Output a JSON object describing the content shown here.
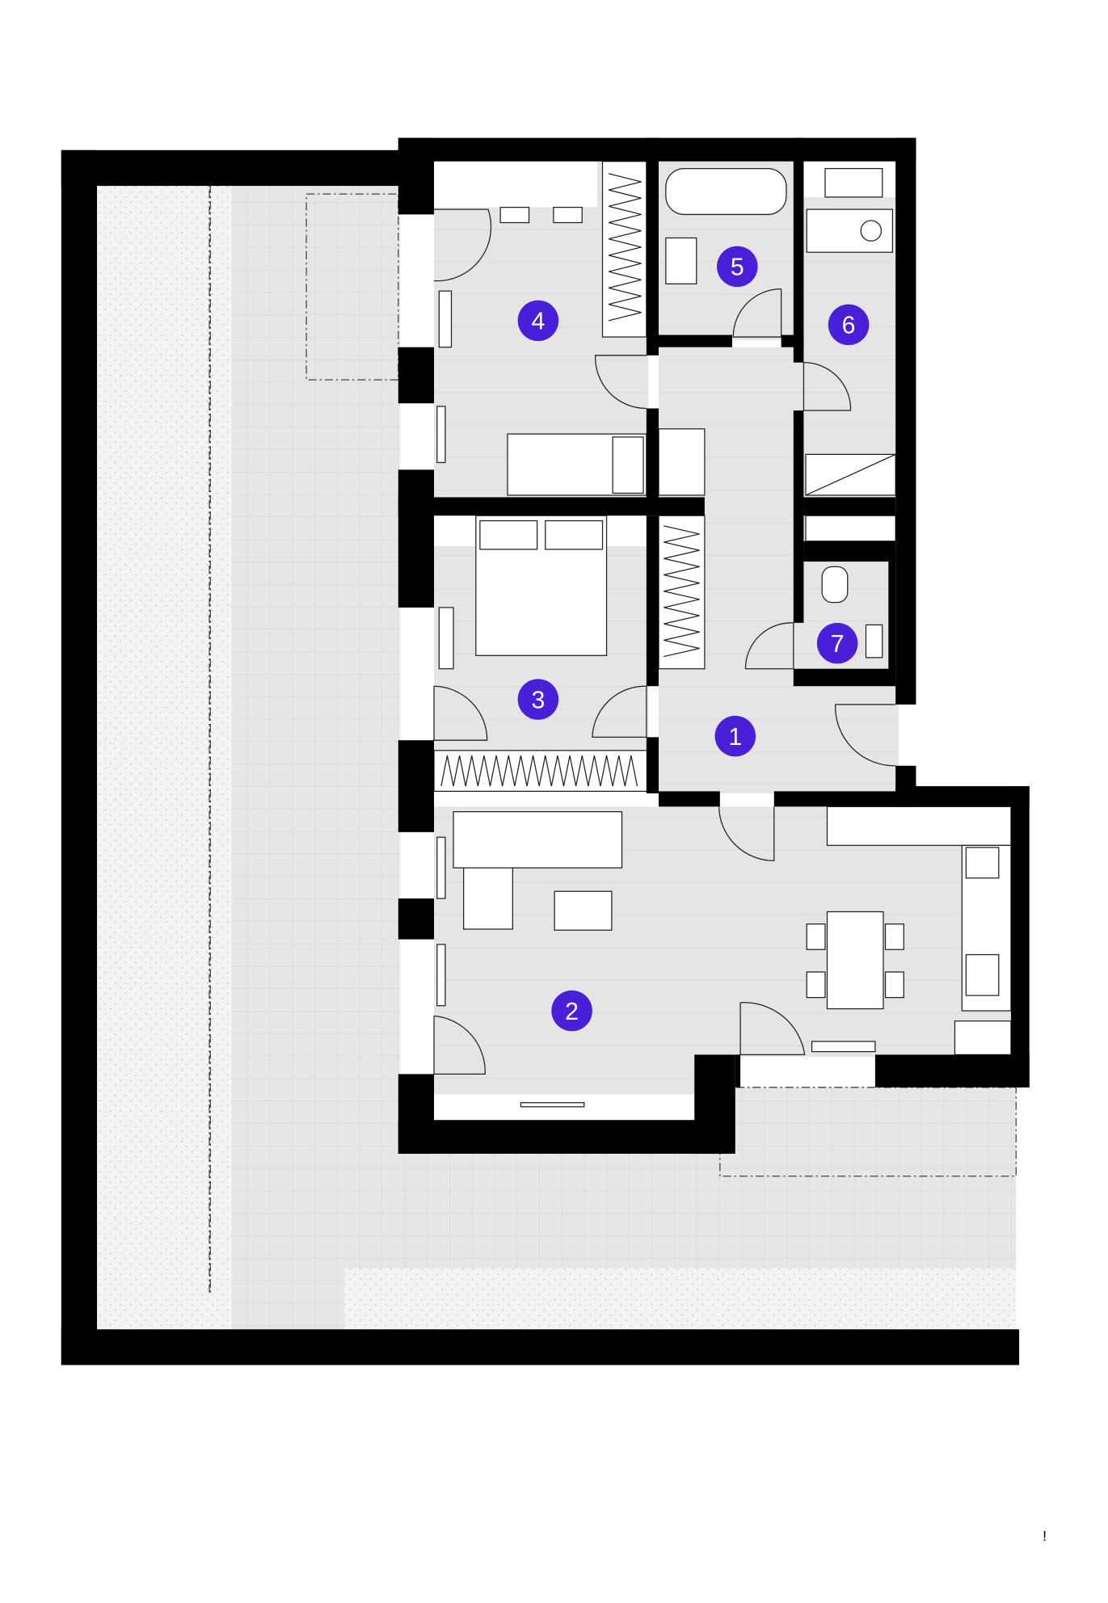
{
  "plan": {
    "accent_color": "#4a1fd8",
    "rooms": [
      {
        "id": "1",
        "label": "1"
      },
      {
        "id": "2",
        "label": "2"
      },
      {
        "id": "3",
        "label": "3"
      },
      {
        "id": "4",
        "label": "4"
      },
      {
        "id": "5",
        "label": "5"
      },
      {
        "id": "6",
        "label": "6"
      },
      {
        "id": "7",
        "label": "7"
      }
    ],
    "corner_mark": "!"
  }
}
